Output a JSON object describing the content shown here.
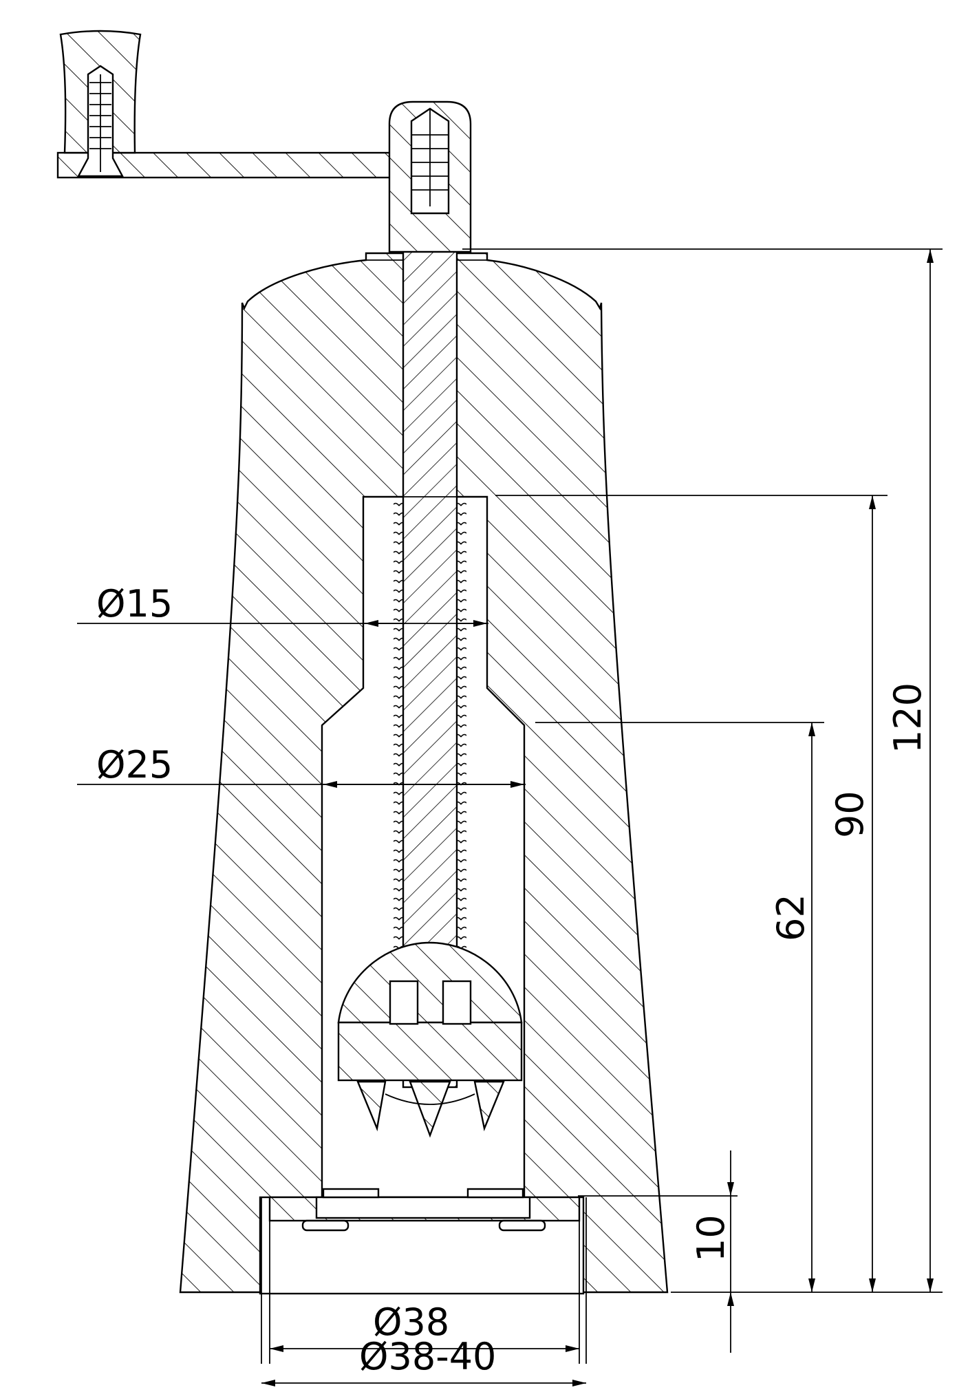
{
  "dimensions": {
    "d15": "Ø15",
    "d25": "Ø25",
    "d38": "Ø38",
    "d38_40": "Ø38-40",
    "h10": "10",
    "h62": "62",
    "h90": "90",
    "h120": "120"
  }
}
